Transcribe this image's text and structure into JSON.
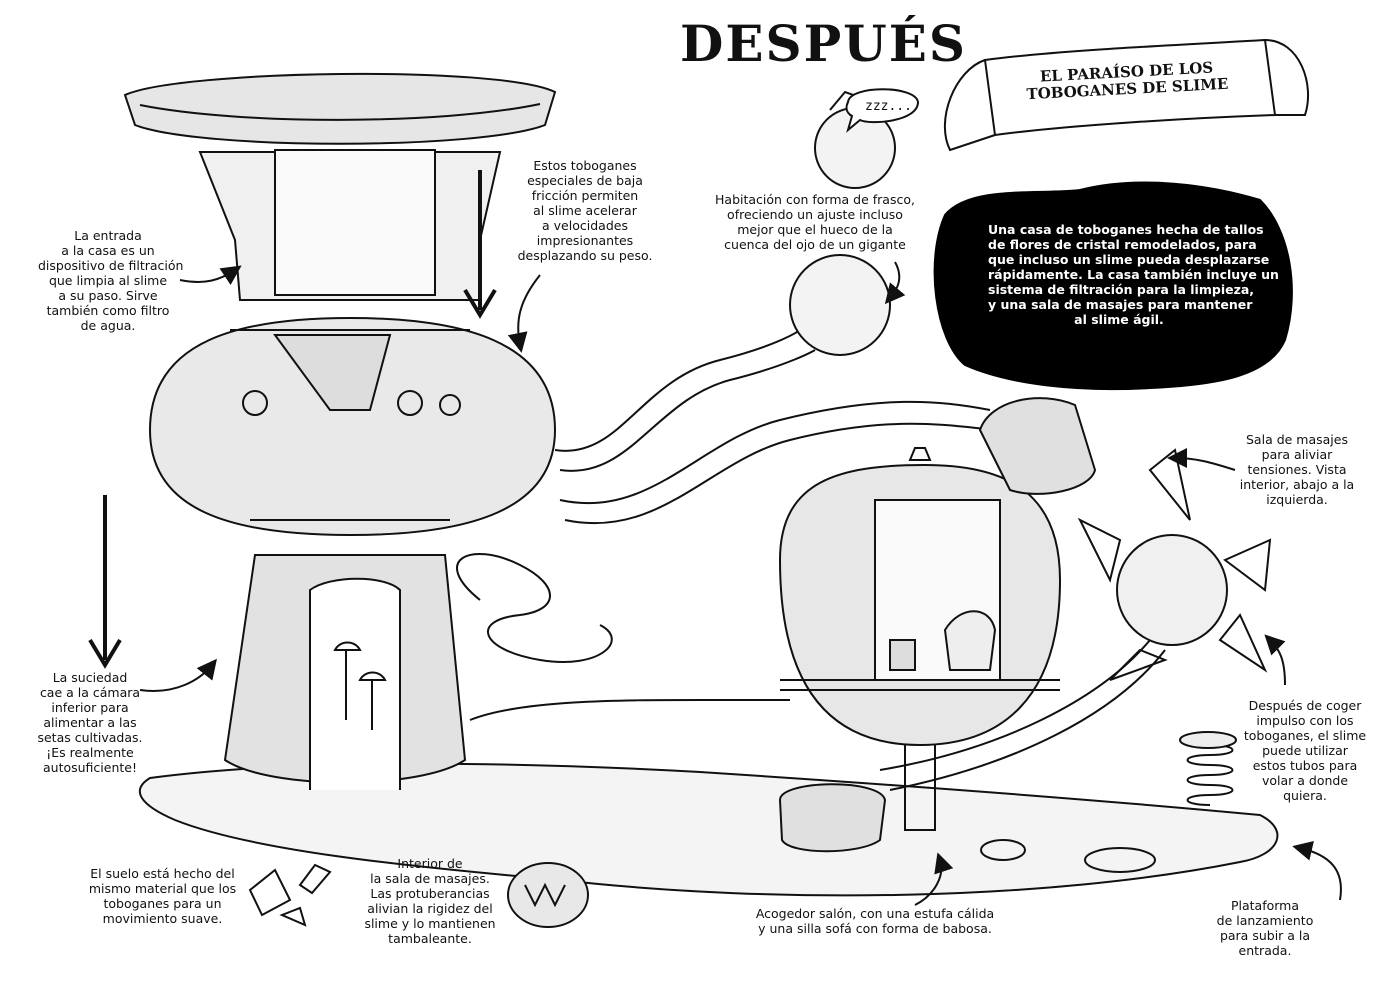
{
  "title": "DESPUÉS",
  "banner": {
    "lines": [
      "EL PARAÍSO DE LOS",
      "TOBOGANES DE SLIME"
    ]
  },
  "description": {
    "lines": [
      "Una casa de toboganes hecha de tallos",
      "de flores de cristal remodelados, para",
      "que incluso un slime pueda desplazarse",
      "rápidamente. La casa también incluye un",
      "sistema de filtración para la limpieza,",
      "y una sala de masajes para mantener",
      "al slime ágil."
    ]
  },
  "annotations": {
    "entrance": [
      "La entrada",
      "a la casa es un",
      "dispositivo de filtración",
      "que limpia al slime",
      "a su paso. Sirve",
      "también como filtro",
      "de agua."
    ],
    "slides": [
      "Estos toboganes",
      "especiales de baja",
      "fricción permiten",
      "al slime acelerar",
      "a velocidades",
      "impresionantes",
      "desplazando su peso."
    ],
    "flask_room": [
      "Habitación con forma de frasco,",
      "ofreciendo un ajuste incluso",
      "mejor que el hueco de la",
      "cuenca del ojo de un gigante"
    ],
    "massage_room": [
      "Sala de masajes",
      "para aliviar",
      "tensiones. Vista",
      "interior, abajo a la",
      "izquierda."
    ],
    "dirt": [
      "La suciedad",
      "cae a la cámara",
      "inferior para",
      "alimentar a las",
      "setas cultivadas.",
      "¡Es realmente",
      "autosuficiente!"
    ],
    "tubes": [
      "Después de coger",
      "impulso con los",
      "toboganes, el slime",
      "puede utilizar",
      "estos tubos para",
      "volar a donde",
      "quiera."
    ],
    "floor": [
      "El suelo está hecho del",
      "mismo material que los",
      "toboganes para un",
      "movimiento suave."
    ],
    "massage_interior": [
      "Interior de",
      "la sala de masajes.",
      "Las protuberancias",
      "alivian la rigidez del",
      "slime y lo mantienen",
      "tambaleante."
    ],
    "living_room": [
      "Acogedor salón, con una estufa cálida",
      "y una silla sofá con forma de babosa."
    ],
    "launch_platform": [
      "Plataforma",
      "de lanzamiento",
      "para subir a la",
      "entrada."
    ]
  },
  "bubble_text": "zzz...",
  "colors": {
    "ink": "#111111",
    "paper": "#ffffff",
    "shade": "#dcdcdc",
    "dark": "#000000"
  }
}
